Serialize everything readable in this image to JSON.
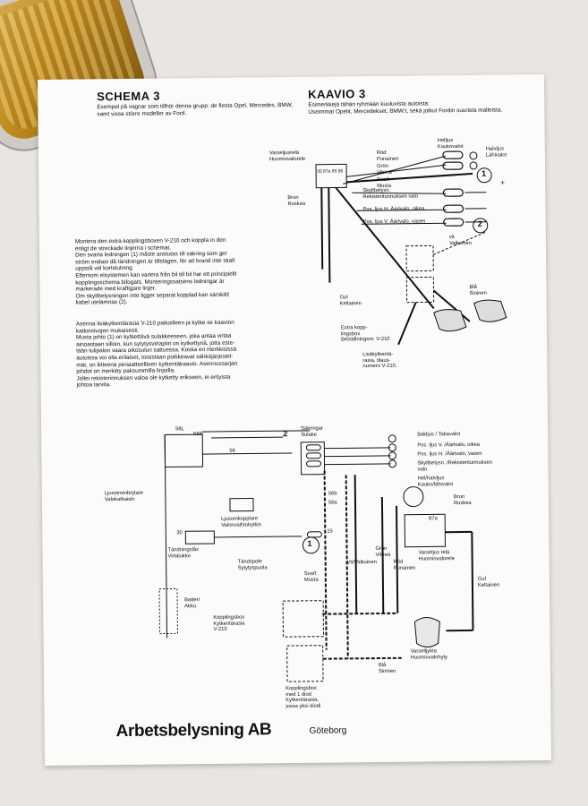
{
  "schema_title": "SCHEMA 3",
  "schema_intro": "Exempel på vagnar som tillhör denna grupp: de flesta Opel, Mercedes, BMW, samt vissa större modeller av Ford.",
  "kaavio_title": "KAAVIO 3",
  "kaavio_intro": "Esimerkkejä tähän ryhmään kuuluvista autoista:\nUseimmat Opelit, Mercedekset, BMW:t, sekä jotkut Fordin suurista malleista.",
  "instructions_sv": "Montera den extra kopplingsboxen V-210 och koppla in den\nenligt de streckade linjerna i schemat.\nDen svarta ledningen (1) måste anslutas till säkring som ger\nström endast då tändningen är tillslagen, för att brand inte skall\nuppstå vid kortslutning\nEftersom elsystemen kan variera från bil till bil har ett principiellt\nkopplingsschema bifogats. Monteringssatsens ledningar är\nmarkerade med kraftigare linjer.\nOm skyltbelysningen inte ligger separat kopplad kan särskild\nkabel utelämnas (2).",
  "instructions_fi": "Asenna lisäkytkentärasia V-210 paikoilleen ja kytke se kaavion\nkatkoviivojen mukaisesti.\nMusta johto (1) on kytkettävä sulakkeeseen, joka antaa virtaa\nainoastaan silloin, kun sytytysvirtapiiri on kytkettynä, jotta este-\ntään tulipalon vaara oikosulun sattuessa. Koska eri merkkisissä\nautoissa voi olla erilaiset, toisistaan poikkeavat sähköjärjestel-\nmät, on liitteenä periaatteellinen kytkentäkaavio. Asennussarjan\njohdot on merkitty paksummilla linjoilla.\nJollei rekisterinnuksen valoa ole kytketty erikseen, ei erityista\njohtoa tarvita.",
  "top_diagram": {
    "relay": "Varseljusrelä\nHuomiovalorele",
    "relay_pins": "30 87a 85 86",
    "brown": "Brun\nRuskea",
    "red": "Röd\nPunainen",
    "green": "Grön\nVihreä",
    "black": "Svart\nMusta",
    "highbeam": "Helljus\nKaukovalot",
    "lowbeam": "Halvljus\nLähivalot",
    "plate": "Skyltbelysn.\nRekisteritunnuksen valo",
    "pos_right": "Pos. ljus H. Äärivalo, oikea",
    "pos_left": "Pos. ljus V. Äärivalo, vasen",
    "white": "vit\nValkoinen",
    "blue": "Blå\nSininen",
    "yellow": "Gul\nKeltainen",
    "box": "Extra kopp-\nlingsbox\nBeställningsnr. V-210",
    "box_fi": "Lisäkytkentä-\nrasia, tilaus-\nnumero V-210.",
    "marker1": "1",
    "marker2": "2",
    "plus": "+"
  },
  "bottom_diagram": {
    "fuses": "Säkringar\nSulake",
    "tail": "Bakljus / Takavalot",
    "pos_right": "Pos. ljus V. /Äärivalo, oikea",
    "pos_left": "Pos. ljus H. /Äärivalo, vasen",
    "plate": "Skyltbelysn. /Rekisteritunnuksen\nvalo",
    "beam": "Hel/halvljus\nKauko/lähivalot",
    "brown": "Brun\nRuskea",
    "switch": "Ljusstrombrytare\nValokatkaisin",
    "dimmer": "Ljusomkopplare\nValonvaihtokytkin",
    "ignition": "Tändningslås\nVirtalukko",
    "coil": "Tändspole\nSytytyspuola",
    "battery": "Batteri\nAkku",
    "black": "Svart\nMusta",
    "white": "Vit/Valkoinen",
    "green": "Grön\nVihreä",
    "red": "Röd\nPunainen",
    "relay": "Varseljus relä\nHuomiovalorele",
    "yellow": "Gul\nKeltainen",
    "box": "Kopplingsbox\nKytkentärasia\nV-210",
    "spot": "Varselljykta\nHuomiovalohyty",
    "blue": "Blå\nSininen",
    "diodebox": "Kopplingsbox\nmed 1 diod\nKytkentärasia,\njossa yksi diodi",
    "t58L": "58L",
    "t58R": "58R",
    "t56": "56",
    "t56b": "56b",
    "t56a": "56a",
    "t30": "30",
    "t15": "15",
    "t87a": "87a",
    "marker1": "1",
    "marker2": "2"
  },
  "footer": {
    "brand": "Arbetsbelysning AB",
    "city": "Göteborg"
  }
}
